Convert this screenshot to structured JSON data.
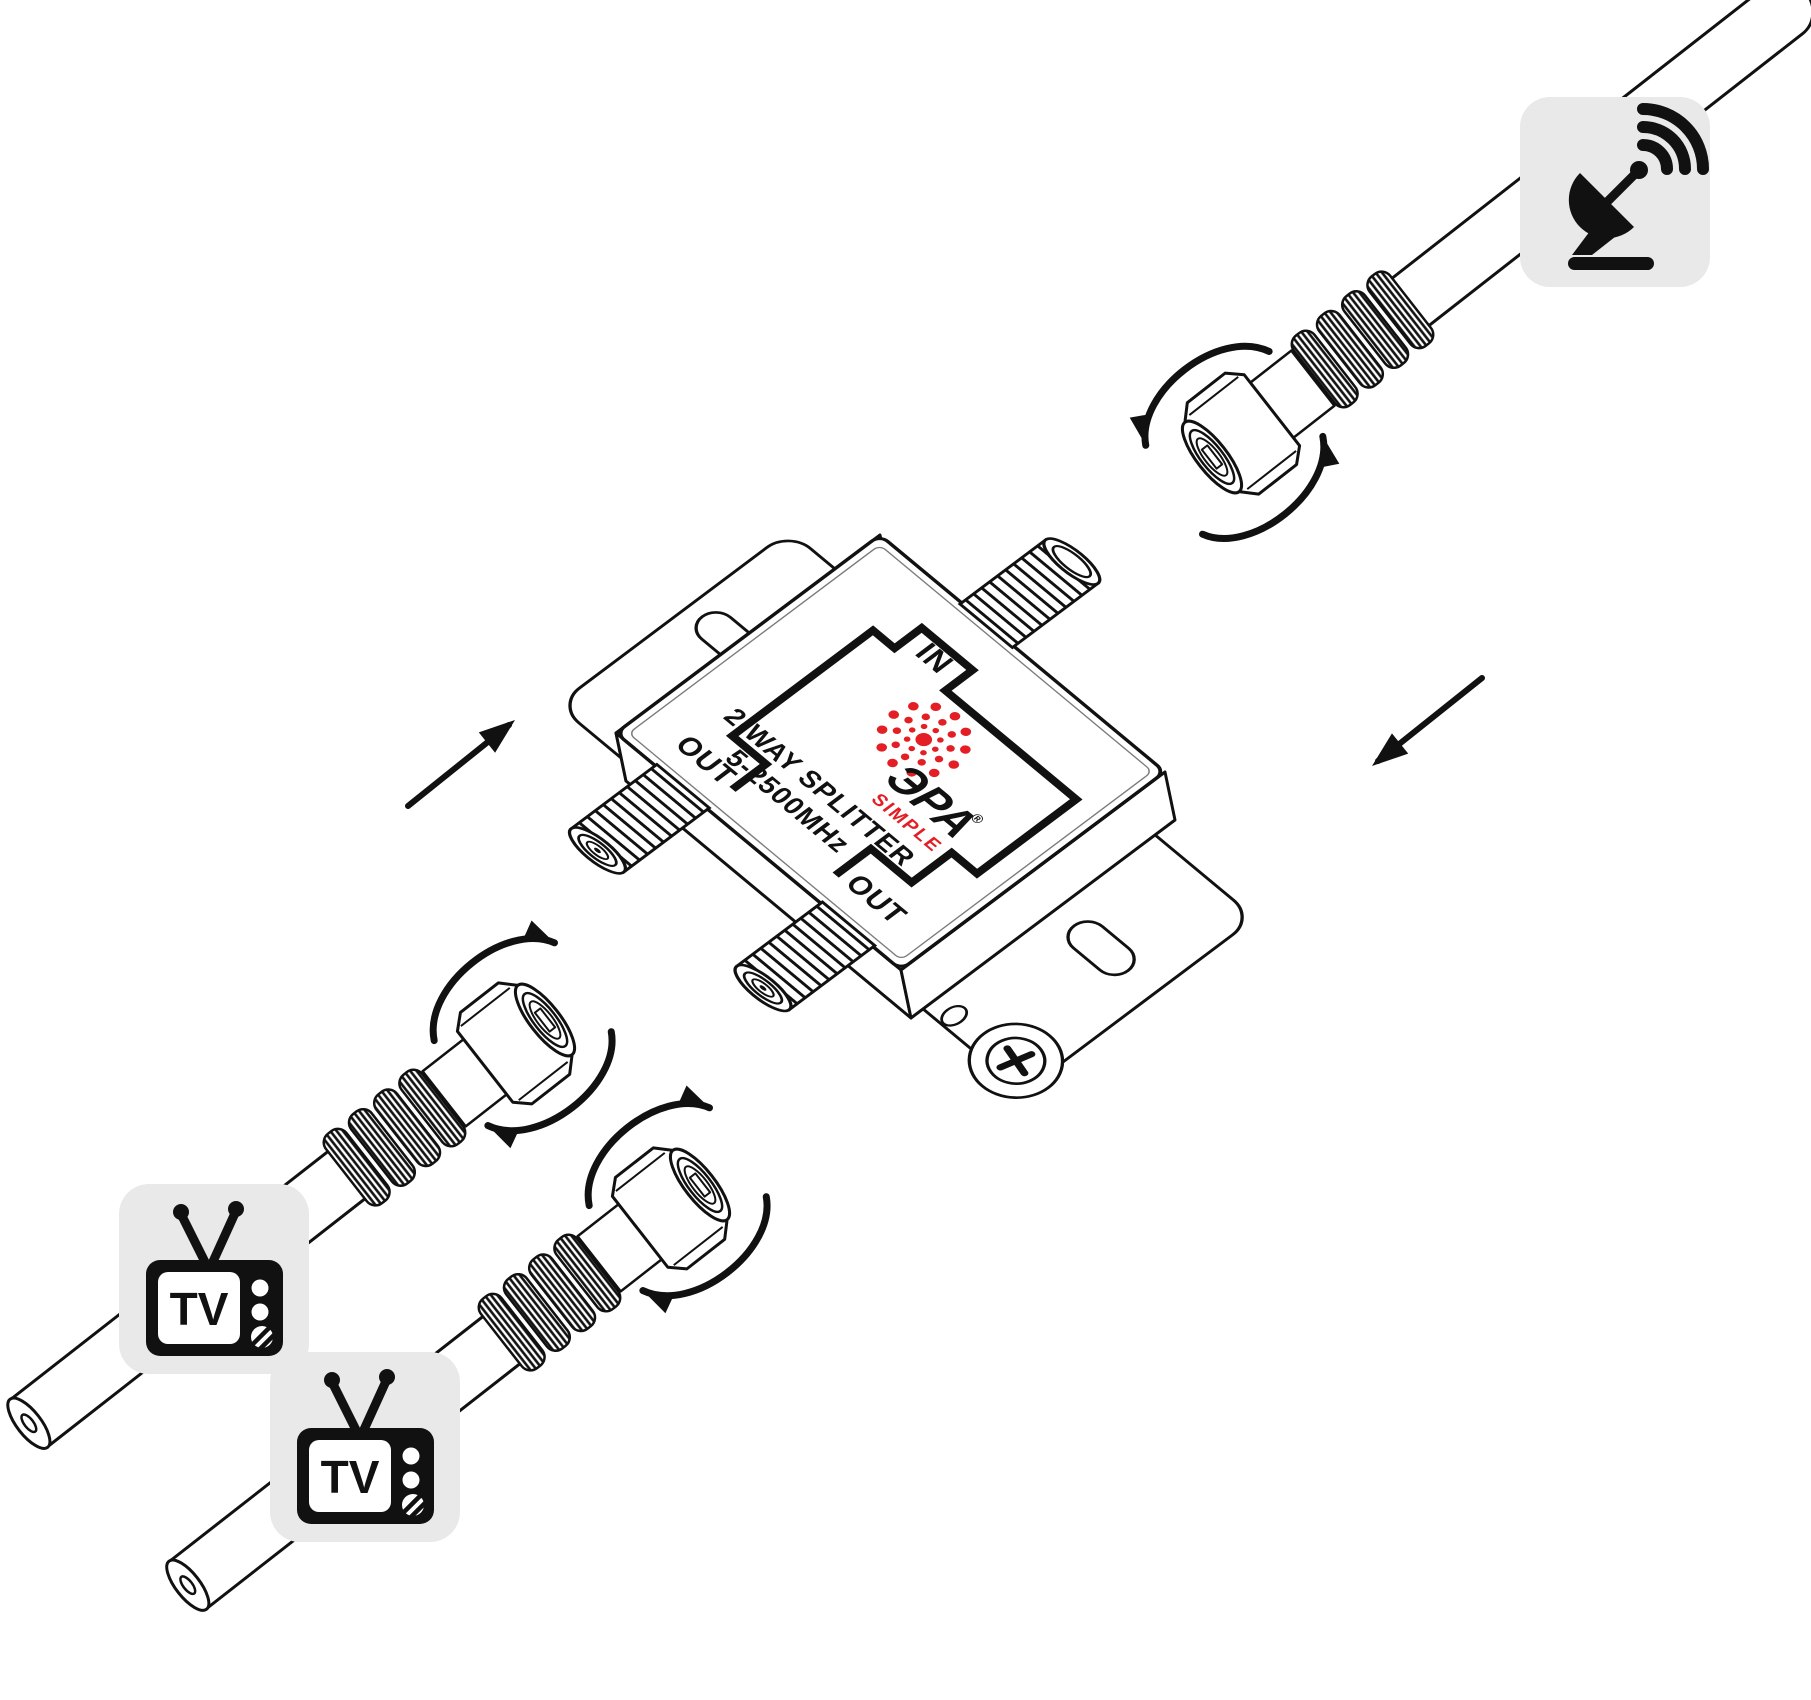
{
  "splitter": {
    "port_in_label": "IN",
    "port_out_left_label": "OUT",
    "port_out_bottom_label": "OUT",
    "brand": "ЭРА",
    "brand_trademark": "®",
    "brand_line": "SIMPLE",
    "product_name": "2-WAY SPLITTER",
    "frequency_range": "5-2500MHz"
  },
  "tv_icon": {
    "label": "TV"
  },
  "icons": {
    "satellite": "satellite-dish-icon",
    "tv": "tv-icon",
    "screw": "phillips-screw-icon",
    "rotation_arrows": "rotate-arrow-icon",
    "insert_arrows": "direction-arrow-icon"
  },
  "colors": {
    "line_black": "#111111",
    "brand_red": "#E31E24",
    "icon_background": "#E9E9E9",
    "background": "#FFFFFF"
  }
}
